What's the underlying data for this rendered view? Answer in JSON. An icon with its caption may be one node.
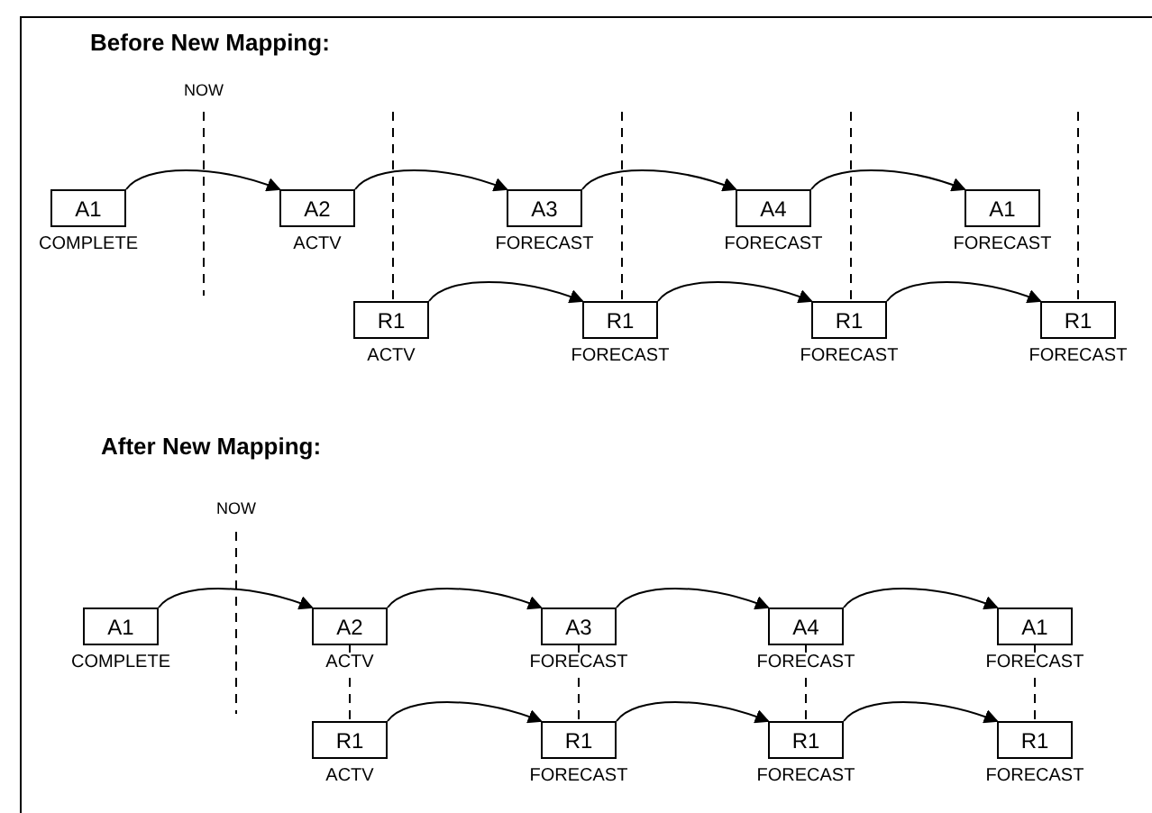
{
  "diagram": {
    "nodes": [
      {
        "text": [
          "A1"
        ],
        "beside": [
          "COMPLETE"
        ]
      },
      {
        "text": [
          "A2"
        ],
        "beside": [
          "ACTV"
        ]
      },
      {
        "text": [
          "A3"
        ],
        "beside": [
          "FORECAST"
        ]
      },
      {
        "text": [
          "A4"
        ],
        "beside": [
          "FORECAST"
        ]
      },
      {
        "text": [
          "A1"
        ],
        "beside": [
          "FORECAST"
        ]
      },
      {
        "text": [
          "R1"
        ],
        "beside": [
          "ACTV"
        ]
      },
      {
        "text": [
          "R1"
        ],
        "beside": [
          "FORECAST"
        ]
      },
      {
        "text": [
          "R1"
        ],
        "beside": [
          "FORECAST"
        ]
      },
      {
        "text": [
          "R1"
        ],
        "beside": [
          "FORECAST"
        ]
      },
      {
        "text": [
          "A1"
        ],
        "beside": [
          "COMPLETE"
        ]
      },
      {
        "text": [
          "A2"
        ],
        "beside": [
          "ACTV"
        ]
      },
      {
        "text": [
          "A3"
        ],
        "beside": [
          "FORECAST"
        ]
      },
      {
        "text": [
          "A4"
        ],
        "beside": [
          "FORECAST"
        ]
      },
      {
        "text": [
          "A1"
        ],
        "beside": [
          "FORECAST"
        ]
      },
      {
        "text": [
          "R1"
        ],
        "beside": [
          "ACTV"
        ]
      },
      {
        "text": [
          "R1"
        ],
        "beside": [
          "FORECAST"
        ]
      },
      {
        "text": [
          "R1"
        ],
        "beside": [
          "FORECAST"
        ]
      },
      {
        "text": [
          "R1"
        ],
        "beside": [
          "FORECAST"
        ]
      }
    ],
    "edges": [
      {
        "from": 0,
        "to": 1,
        "arrow": "to"
      },
      {
        "from": 1,
        "to": 2,
        "arrow": "to"
      },
      {
        "from": 2,
        "to": 3,
        "arrow": "to"
      },
      {
        "from": 3,
        "to": 4,
        "arrow": "to"
      },
      {
        "from": 5,
        "to": 6,
        "arrow": "to"
      },
      {
        "from": 6,
        "to": 7,
        "arrow": "to"
      },
      {
        "from": 7,
        "to": 8,
        "arrow": "to"
      },
      {
        "from": 9,
        "to": 10,
        "arrow": "to"
      },
      {
        "from": 10,
        "to": 11,
        "arrow": "to"
      },
      {
        "from": 11,
        "to": 12,
        "arrow": "to"
      },
      {
        "from": 12,
        "to": 13,
        "arrow": "to"
      },
      {
        "from": 14,
        "to": 15,
        "arrow": "to"
      },
      {
        "from": 15,
        "to": 16,
        "arrow": "to"
      },
      {
        "from": 16,
        "to": 17,
        "arrow": "to"
      },
      {
        "from": 10,
        "to": 14,
        "arrow": "none",
        "style": "dashed"
      },
      {
        "from": 11,
        "to": 15,
        "arrow": "none",
        "style": "dashed"
      },
      {
        "from": 12,
        "to": 16,
        "arrow": "none",
        "style": "dashed"
      },
      {
        "from": 13,
        "to": 17,
        "arrow": "none",
        "style": "dashed"
      }
    ],
    "labels": [
      "Before New Mapping:",
      "NOW",
      "After New Mapping:",
      "NOW"
    ]
  }
}
